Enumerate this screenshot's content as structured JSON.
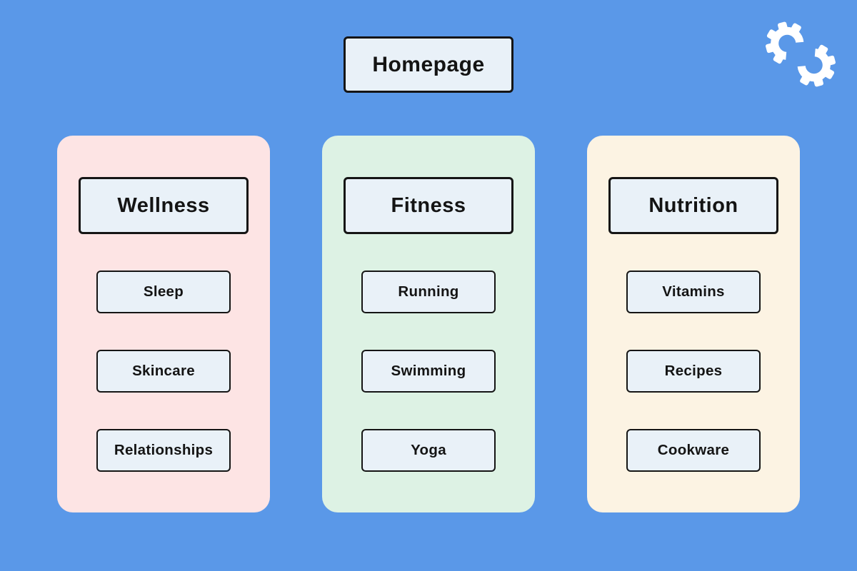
{
  "page": {
    "background_color": "#5a98e8",
    "node_fill_color": "#e9f1f8",
    "node_border_color": "#151515",
    "text_color": "#141414"
  },
  "homepage": {
    "label": "Homepage"
  },
  "logo": {
    "icon": "double-gear-logo",
    "color": "#ffffff"
  },
  "columns": [
    {
      "id": "wellness",
      "label": "Wellness",
      "panel_color": "#fde4e4",
      "children": [
        "Sleep",
        "Skincare",
        "Relationships"
      ]
    },
    {
      "id": "fitness",
      "label": "Fitness",
      "panel_color": "#ddf2e4",
      "children": [
        "Running",
        "Swimming",
        "Yoga"
      ]
    },
    {
      "id": "nutrition",
      "label": "Nutrition",
      "panel_color": "#fcf3e3",
      "children": [
        "Vitamins",
        "Recipes",
        "Cookware"
      ]
    }
  ]
}
